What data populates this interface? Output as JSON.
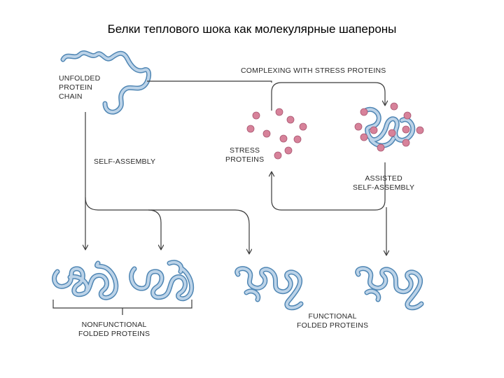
{
  "title": "Белки теплового шока как молекулярные шапероны",
  "labels": {
    "unfolded": [
      "UNFOLDED",
      "PROTEIN",
      "CHAIN"
    ],
    "complexing": "COMPLEXING WITH STRESS PROTEINS",
    "self_assembly": "SELF-ASSEMBLY",
    "stress": [
      "STRESS",
      "PROTEINS"
    ],
    "assisted": [
      "ASSISTED",
      "SELF-ASSEMBLY"
    ],
    "nonfunctional": [
      "NONFUNCTIONAL",
      "FOLDED PROTEINS"
    ],
    "functional": [
      "FUNCTIONAL",
      "FOLDED PROTEINS"
    ]
  },
  "colors": {
    "protein_fill": "#bcd3e8",
    "protein_stroke": "#4f86b4",
    "stress_protein": "#d7829a",
    "arrow": "#3a3a3a"
  }
}
